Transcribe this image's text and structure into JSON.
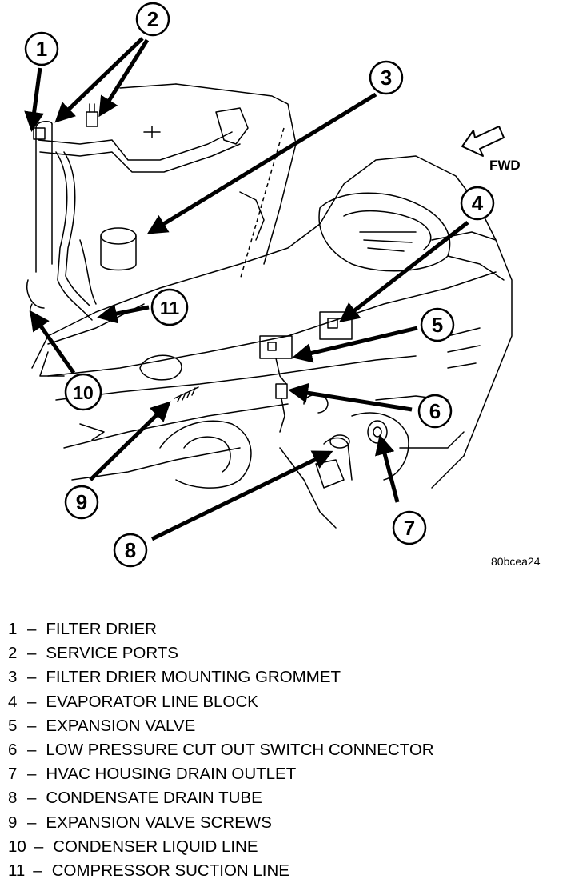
{
  "figure_code": "80bcea24",
  "direction_label": "FWD",
  "callouts": [
    "1",
    "2",
    "3",
    "4",
    "5",
    "6",
    "7",
    "8",
    "9",
    "10",
    "11"
  ],
  "legend_separator": "–",
  "legend": [
    {
      "num": "1",
      "text": "FILTER DRIER"
    },
    {
      "num": "2",
      "text": "SERVICE PORTS"
    },
    {
      "num": "3",
      "text": "FILTER DRIER MOUNTING GROMMET"
    },
    {
      "num": "4",
      "text": "EVAPORATOR LINE BLOCK"
    },
    {
      "num": "5",
      "text": "EXPANSION VALVE"
    },
    {
      "num": "6",
      "text": "LOW PRESSURE CUT OUT SWITCH CONNECTOR"
    },
    {
      "num": "7",
      "text": "HVAC HOUSING DRAIN OUTLET"
    },
    {
      "num": "8",
      "text": "CONDENSATE DRAIN TUBE"
    },
    {
      "num": "9",
      "text": "EXPANSION VALVE SCREWS"
    },
    {
      "num": "10",
      "text": "CONDENSER LIQUID LINE"
    },
    {
      "num": "11",
      "text": "COMPRESSOR SUCTION LINE"
    }
  ]
}
